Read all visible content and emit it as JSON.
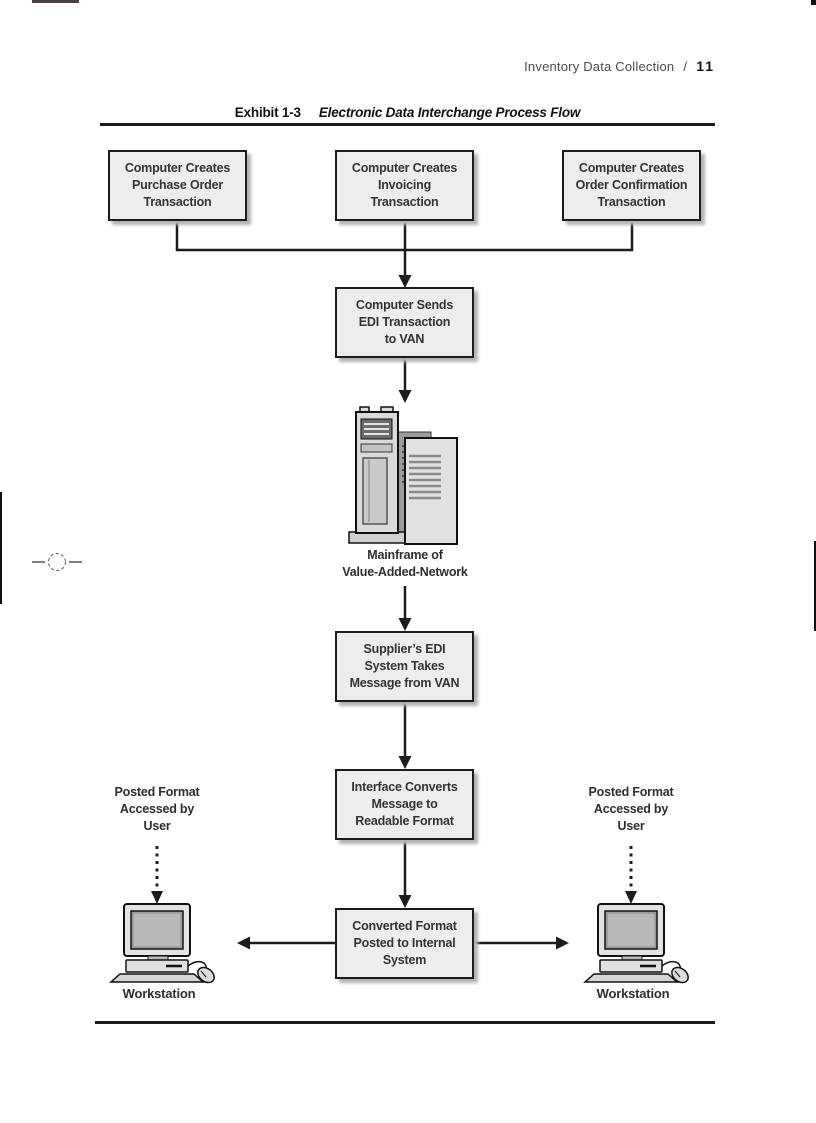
{
  "header": {
    "section_title": "Inventory Data Collection",
    "separator": "/",
    "page_number": "11"
  },
  "exhibit": {
    "label": "Exhibit 1-3",
    "title": "Electronic Data Interchange Process Flow"
  },
  "flowchart": {
    "boxes": {
      "purchase_order": {
        "lines": [
          "Computer Creates",
          "Purchase Order",
          "Transaction"
        ]
      },
      "invoicing": {
        "lines": [
          "Computer Creates",
          "Invoicing",
          "Transaction"
        ]
      },
      "order_confirmation": {
        "lines": [
          "Computer Creates",
          "Order Confirmation",
          "Transaction"
        ]
      },
      "sends_edi": {
        "lines": [
          "Computer Sends",
          "EDI Transaction",
          "to VAN"
        ]
      },
      "supplier_edi": {
        "lines": [
          "Supplier’s EDI",
          "System Takes",
          "Message from VAN"
        ]
      },
      "interface_converts": {
        "lines": [
          "Interface Converts",
          "Message to",
          "Readable Format"
        ]
      },
      "converted_format": {
        "lines": [
          "Converted Format",
          "Posted to Internal",
          "System"
        ]
      }
    },
    "captions": {
      "mainframe": {
        "lines": [
          "Mainframe of",
          "Value-Added-Network"
        ]
      },
      "posted_format_left": {
        "lines": [
          "Posted Format",
          "Accessed by",
          "User"
        ]
      },
      "posted_format_right": {
        "lines": [
          "Posted Format",
          "Accessed by",
          "User"
        ]
      },
      "workstation_left": "Workstation",
      "workstation_right": "Workstation"
    },
    "colors": {
      "box_fill": "#ededed",
      "box_border": "#1c1c1c",
      "box_shadow": "#b3b3b3",
      "connector": "#1c1c1c",
      "text": "#333333"
    }
  }
}
